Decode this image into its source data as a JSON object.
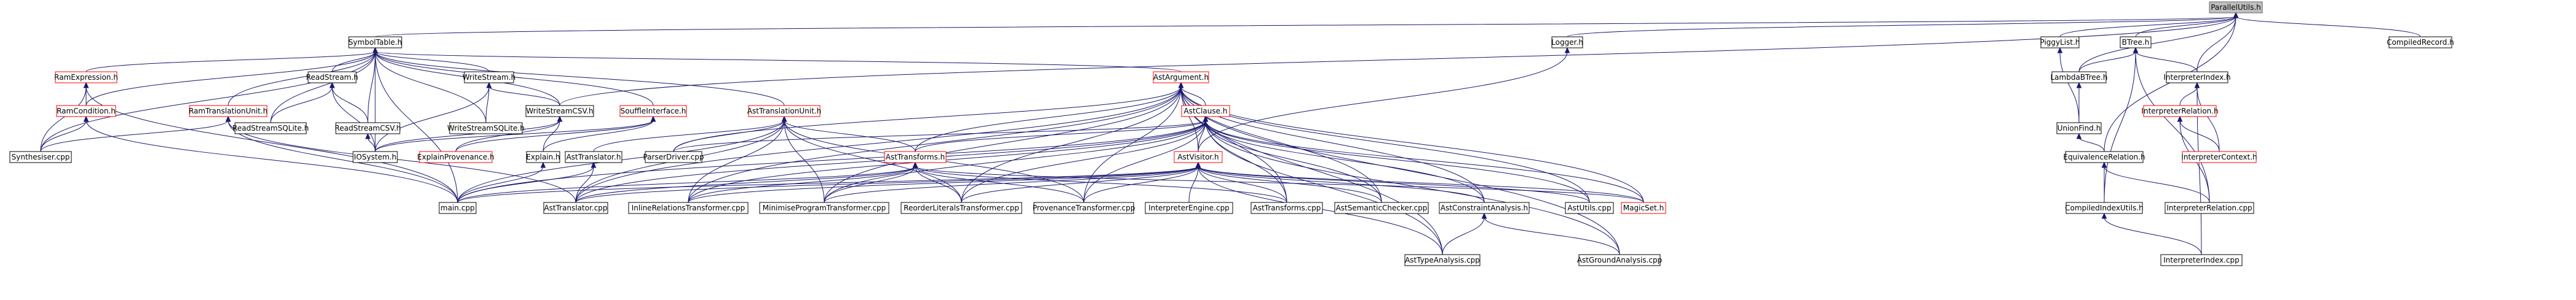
{
  "graph": {
    "title": "ParallelUtils.h",
    "edge_color": "#191970",
    "root_fill": "#bfbfbf",
    "partial_border": "#ff0000",
    "nodes": [
      {
        "id": "parallelutils",
        "label": "ParallelUtils.h",
        "root": true
      },
      {
        "id": "symboltable",
        "label": "SymbolTable.h"
      },
      {
        "id": "logger",
        "label": "Logger.h"
      },
      {
        "id": "piggylist",
        "label": "PiggyList.h"
      },
      {
        "id": "btree",
        "label": "BTree.h"
      },
      {
        "id": "compiledrecord",
        "label": "CompiledRecord.h"
      },
      {
        "id": "ramexpression",
        "label": "RamExpression.h",
        "partial": true
      },
      {
        "id": "readstream",
        "label": "ReadStream.h"
      },
      {
        "id": "writestream",
        "label": "WriteStream.h"
      },
      {
        "id": "astargument",
        "label": "AstArgument.h",
        "partial": true
      },
      {
        "id": "lambdabtree",
        "label": "LambdaBTree.h"
      },
      {
        "id": "interpreterindex",
        "label": "InterpreterIndex.h"
      },
      {
        "id": "ramcondition",
        "label": "RamCondition.h",
        "partial": true
      },
      {
        "id": "ramtranslationunit",
        "label": "RamTranslationUnit.h",
        "partial": true
      },
      {
        "id": "readstreamsqlite",
        "label": "ReadStreamSQLite.h"
      },
      {
        "id": "readstreamcsv",
        "label": "ReadStreamCSV.h"
      },
      {
        "id": "writestreamsqlite",
        "label": "WriteStreamSQLite.h"
      },
      {
        "id": "writestreamcsv",
        "label": "WriteStreamCSV.h"
      },
      {
        "id": "souffleinterface",
        "label": "SouffleInterface.h",
        "partial": true
      },
      {
        "id": "asttranslationunit",
        "label": "AstTranslationUnit.h",
        "partial": true
      },
      {
        "id": "astclause",
        "label": "AstClause.h",
        "partial": true
      },
      {
        "id": "unionfind",
        "label": "UnionFind.h"
      },
      {
        "id": "interpreterrelation_h",
        "label": "InterpreterRelation.h",
        "partial": true
      },
      {
        "id": "synthesiser",
        "label": "Synthesiser.cpp"
      },
      {
        "id": "iosystem",
        "label": "IOSystem.h"
      },
      {
        "id": "explainprovenance",
        "label": "ExplainProvenance.h",
        "partial": true
      },
      {
        "id": "explain",
        "label": "Explain.h"
      },
      {
        "id": "asttranslator_h",
        "label": "AstTranslator.h"
      },
      {
        "id": "parserdriver",
        "label": "ParserDriver.cpp"
      },
      {
        "id": "asttransforms_h",
        "label": "AstTransforms.h",
        "partial": true
      },
      {
        "id": "astvisitor",
        "label": "AstVisitor.h",
        "partial": true
      },
      {
        "id": "equivalencerelation",
        "label": "EquivalenceRelation.h"
      },
      {
        "id": "interpretercontext",
        "label": "InterpreterContext.h",
        "partial": true
      },
      {
        "id": "maincpp",
        "label": "main.cpp"
      },
      {
        "id": "asttranslator_cpp",
        "label": "AstTranslator.cpp"
      },
      {
        "id": "inlinerelations",
        "label": "InlineRelationsTransformer.cpp"
      },
      {
        "id": "minimiseprogram",
        "label": "MinimiseProgramTransformer.cpp"
      },
      {
        "id": "reorderliterals",
        "label": "ReorderLiteralsTransformer.cpp"
      },
      {
        "id": "provenancetransformer",
        "label": "ProvenanceTransformer.cpp"
      },
      {
        "id": "interpreterengine",
        "label": "InterpreterEngine.cpp"
      },
      {
        "id": "asttransforms_cpp",
        "label": "AstTransforms.cpp"
      },
      {
        "id": "astsemanticchecker",
        "label": "AstSemanticChecker.cpp"
      },
      {
        "id": "astconstraintanalysis",
        "label": "AstConstraintAnalysis.h"
      },
      {
        "id": "astutils",
        "label": "AstUtils.cpp"
      },
      {
        "id": "magicset",
        "label": "MagicSet.h",
        "partial": true
      },
      {
        "id": "compiledindexutils",
        "label": "CompiledIndexUtils.h"
      },
      {
        "id": "interpreterrelation_cpp",
        "label": "InterpreterRelation.cpp"
      },
      {
        "id": "asttypeanalysis",
        "label": "AstTypeAnalysis.cpp"
      },
      {
        "id": "astgroundanalysis",
        "label": "AstGroundAnalysis.cpp"
      },
      {
        "id": "interpreterindex_cpp",
        "label": "InterpreterIndex.cpp"
      }
    ],
    "edges": [
      [
        "parallelutils",
        "symboltable"
      ],
      [
        "parallelutils",
        "logger"
      ],
      [
        "parallelutils",
        "piggylist"
      ],
      [
        "parallelutils",
        "btree"
      ],
      [
        "parallelutils",
        "compiledrecord"
      ],
      [
        "parallelutils",
        "lambdabtree"
      ],
      [
        "parallelutils",
        "interpreterindex"
      ],
      [
        "parallelutils",
        "equivalencerelation"
      ],
      [
        "parallelutils",
        "writestreamcsv"
      ],
      [
        "symboltable",
        "ramexpression"
      ],
      [
        "symboltable",
        "readstream"
      ],
      [
        "symboltable",
        "writestream"
      ],
      [
        "symboltable",
        "astargument"
      ],
      [
        "symboltable",
        "ramcondition"
      ],
      [
        "symboltable",
        "ramtranslationunit"
      ],
      [
        "symboltable",
        "readstreamsqlite"
      ],
      [
        "symboltable",
        "readstreamcsv"
      ],
      [
        "symboltable",
        "writestreamsqlite"
      ],
      [
        "symboltable",
        "writestreamcsv"
      ],
      [
        "symboltable",
        "souffleinterface"
      ],
      [
        "symboltable",
        "asttranslationunit"
      ],
      [
        "symboltable",
        "synthesiser"
      ],
      [
        "symboltable",
        "iosystem"
      ],
      [
        "symboltable",
        "maincpp"
      ],
      [
        "logger",
        "astvisitor"
      ],
      [
        "piggylist",
        "unionfind"
      ],
      [
        "btree",
        "lambdabtree"
      ],
      [
        "btree",
        "interpreterindex"
      ],
      [
        "btree",
        "compiledindexutils"
      ],
      [
        "btree",
        "interpreterrelation_cpp"
      ],
      [
        "ramexpression",
        "ramcondition"
      ],
      [
        "ramexpression",
        "synthesiser"
      ],
      [
        "ramexpression",
        "maincpp"
      ],
      [
        "readstream",
        "readstreamsqlite"
      ],
      [
        "readstream",
        "readstreamcsv"
      ],
      [
        "readstream",
        "iosystem"
      ],
      [
        "writestream",
        "writestreamsqlite"
      ],
      [
        "writestream",
        "writestreamcsv"
      ],
      [
        "writestream",
        "iosystem"
      ],
      [
        "astargument",
        "astclause"
      ],
      [
        "astargument",
        "parserdriver"
      ],
      [
        "astargument",
        "asttransforms_h"
      ],
      [
        "astargument",
        "astvisitor"
      ],
      [
        "astargument",
        "asttranslator_cpp"
      ],
      [
        "astargument",
        "inlinerelations"
      ],
      [
        "astargument",
        "minimiseprogram"
      ],
      [
        "astargument",
        "reorderliterals"
      ],
      [
        "astargument",
        "provenancetransformer"
      ],
      [
        "astargument",
        "asttransforms_cpp"
      ],
      [
        "astargument",
        "astsemanticchecker"
      ],
      [
        "astargument",
        "astconstraintanalysis"
      ],
      [
        "astargument",
        "astutils"
      ],
      [
        "astargument",
        "magicset"
      ],
      [
        "astargument",
        "asttypeanalysis"
      ],
      [
        "astargument",
        "astgroundanalysis"
      ],
      [
        "lambdabtree",
        "unionfind"
      ],
      [
        "interpreterindex",
        "interpreterrelation_h"
      ],
      [
        "interpreterindex",
        "interpretercontext"
      ],
      [
        "interpreterindex",
        "interpreterindex_cpp"
      ],
      [
        "ramcondition",
        "synthesiser"
      ],
      [
        "ramcondition",
        "maincpp"
      ],
      [
        "ramtranslationunit",
        "synthesiser"
      ],
      [
        "ramtranslationunit",
        "maincpp"
      ],
      [
        "ramtranslationunit",
        "asttranslator_cpp"
      ],
      [
        "readstreamcsv",
        "iosystem"
      ],
      [
        "writestreamcsv",
        "iosystem"
      ],
      [
        "writestreamcsv",
        "explainprovenance"
      ],
      [
        "writestreamcsv",
        "explain"
      ],
      [
        "souffleinterface",
        "explainprovenance"
      ],
      [
        "souffleinterface",
        "explain"
      ],
      [
        "souffleinterface",
        "iosystem"
      ],
      [
        "asttranslationunit",
        "asttranslator_h"
      ],
      [
        "asttranslationunit",
        "parserdriver"
      ],
      [
        "asttranslationunit",
        "asttransforms_h"
      ],
      [
        "asttranslationunit",
        "maincpp"
      ],
      [
        "asttranslationunit",
        "asttranslator_cpp"
      ],
      [
        "asttranslationunit",
        "inlinerelations"
      ],
      [
        "asttranslationunit",
        "minimiseprogram"
      ],
      [
        "asttranslationunit",
        "reorderliterals"
      ],
      [
        "asttranslationunit",
        "provenancetransformer"
      ],
      [
        "astclause",
        "asttransforms_h"
      ],
      [
        "astclause",
        "astvisitor"
      ],
      [
        "astclause",
        "parserdriver"
      ],
      [
        "astclause",
        "asttranslator_cpp"
      ],
      [
        "astclause",
        "inlinerelations"
      ],
      [
        "astclause",
        "minimiseprogram"
      ],
      [
        "astclause",
        "reorderliterals"
      ],
      [
        "astclause",
        "provenancetransformer"
      ],
      [
        "astclause",
        "asttransforms_cpp"
      ],
      [
        "astclause",
        "astsemanticchecker"
      ],
      [
        "astclause",
        "astconstraintanalysis"
      ],
      [
        "astclause",
        "astutils"
      ],
      [
        "astclause",
        "magicset"
      ],
      [
        "astclause",
        "asttypeanalysis"
      ],
      [
        "astclause",
        "astgroundanalysis"
      ],
      [
        "astclause",
        "maincpp"
      ],
      [
        "unionfind",
        "equivalencerelation"
      ],
      [
        "interpreterrelation_h",
        "interpretercontext"
      ],
      [
        "interpreterrelation_h",
        "interpreterrelation_cpp"
      ],
      [
        "explain",
        "maincpp"
      ],
      [
        "asttranslator_h",
        "maincpp"
      ],
      [
        "asttranslator_h",
        "asttranslator_cpp"
      ],
      [
        "asttransforms_h",
        "maincpp"
      ],
      [
        "asttransforms_h",
        "asttranslator_cpp"
      ],
      [
        "asttransforms_h",
        "inlinerelations"
      ],
      [
        "asttransforms_h",
        "minimiseprogram"
      ],
      [
        "asttransforms_h",
        "reorderliterals"
      ],
      [
        "asttransforms_h",
        "provenancetransformer"
      ],
      [
        "asttransforms_h",
        "asttransforms_cpp"
      ],
      [
        "asttransforms_h",
        "magicset"
      ],
      [
        "astvisitor",
        "asttranslator_cpp"
      ],
      [
        "astvisitor",
        "inlinerelations"
      ],
      [
        "astvisitor",
        "minimiseprogram"
      ],
      [
        "astvisitor",
        "reorderliterals"
      ],
      [
        "astvisitor",
        "provenancetransformer"
      ],
      [
        "astvisitor",
        "interpreterengine"
      ],
      [
        "astvisitor",
        "asttransforms_cpp"
      ],
      [
        "astvisitor",
        "astsemanticchecker"
      ],
      [
        "astvisitor",
        "astconstraintanalysis"
      ],
      [
        "astvisitor",
        "astutils"
      ],
      [
        "astvisitor",
        "magicset"
      ],
      [
        "astvisitor",
        "asttypeanalysis"
      ],
      [
        "astvisitor",
        "maincpp"
      ],
      [
        "equivalencerelation",
        "compiledindexutils"
      ],
      [
        "equivalencerelation",
        "interpreterrelation_cpp"
      ],
      [
        "astconstraintanalysis",
        "asttypeanalysis"
      ],
      [
        "astconstraintanalysis",
        "astgroundanalysis"
      ],
      [
        "compiledindexutils",
        "interpreterindex_cpp"
      ]
    ]
  }
}
